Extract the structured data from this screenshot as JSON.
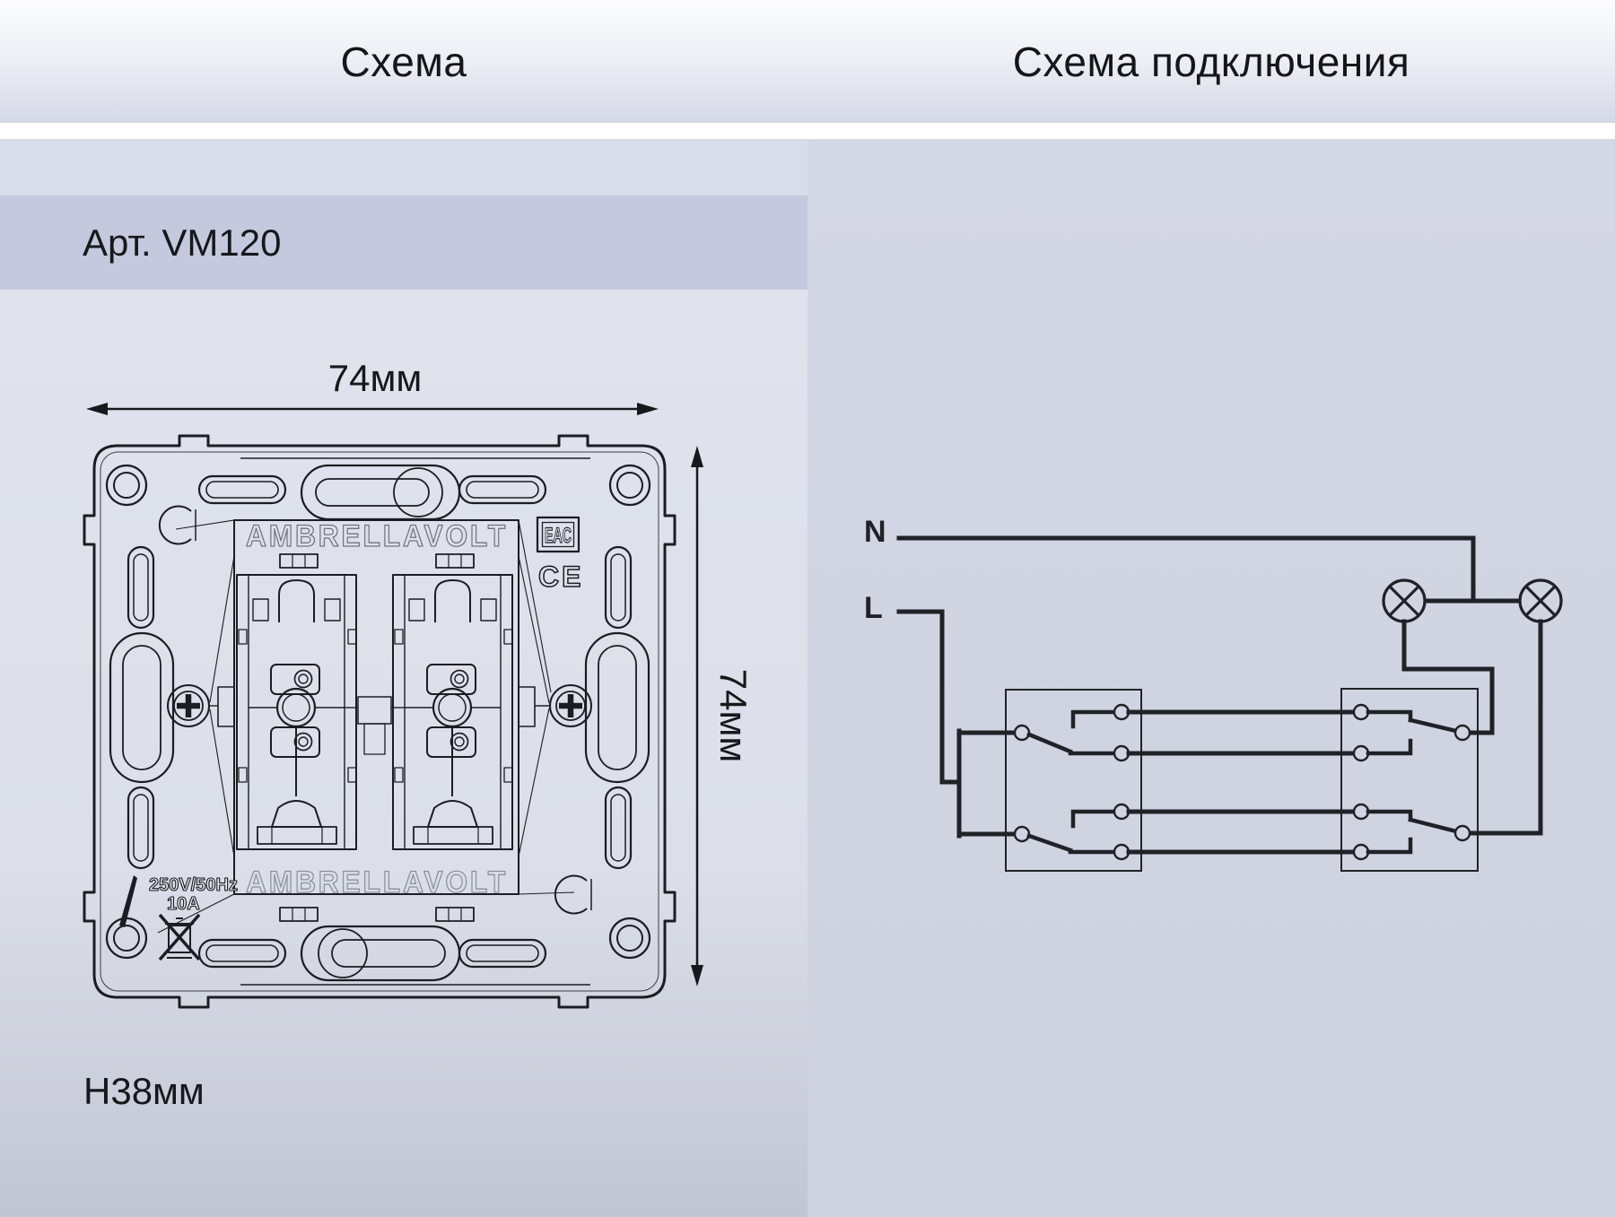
{
  "header": {
    "left_title": "Схема",
    "right_title": "Схема подключения"
  },
  "product": {
    "article": "Арт. VM120",
    "width_label": "74мм",
    "height_label": "74мм",
    "depth_label": "Н38мм",
    "brand": "AMBRELLAVOLT",
    "cert_eac": "EAC",
    "cert_ce": "CE",
    "rating_voltage": "250V/50Hz",
    "rating_current": "10A"
  },
  "wiring": {
    "neutral_label": "N",
    "line_label": "L"
  },
  "colors": {
    "ink": "#17181c",
    "drawing_line": "#1b1d22",
    "wire_line": "#202228",
    "band_article": "#c4c9dd",
    "panel_right_bg": "#d1d5e2",
    "brand_outline": "#6f747e"
  }
}
